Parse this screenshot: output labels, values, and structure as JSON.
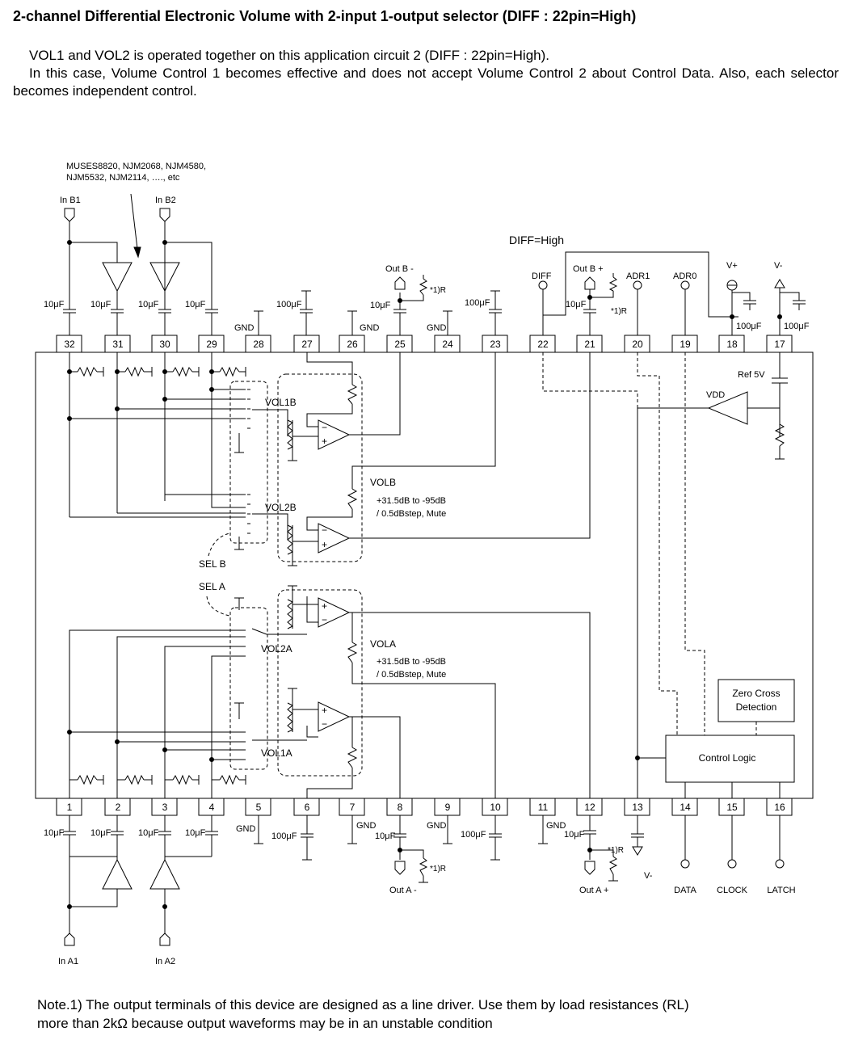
{
  "title": "2-channel Differential Electronic Volume with 2-input 1-output selector (DIFF : 22pin=High)",
  "intro": {
    "line1": "VOL1 and VOL2 is operated together on this application circuit 2 (DIFF : 22pin=High).",
    "line2": "In this case, Volume Control 1 becomes effective and does not accept Volume Control 2 about Control Data. Also, each selector becomes independent control."
  },
  "diagram": {
    "opamp_note_line1": "MUSES8820, NJM2068, NJM4580,",
    "opamp_note_line2": "NJM5532, NJM2114, …., etc",
    "diff_high": "DIFF=High",
    "inputs": {
      "in_b1": "In B1",
      "in_b2": "In B2",
      "in_a1": "In A1",
      "in_a2": "In A2"
    },
    "top_pins": [
      "32",
      "31",
      "30",
      "29",
      "28",
      "27",
      "26",
      "25",
      "24",
      "23",
      "22",
      "21",
      "20",
      "19",
      "18",
      "17"
    ],
    "bottom_pins": [
      "1",
      "2",
      "3",
      "4",
      "5",
      "6",
      "7",
      "8",
      "9",
      "10",
      "11",
      "12",
      "13",
      "14",
      "15",
      "16"
    ],
    "labels": {
      "gnd": "GND",
      "cap10": "10μF",
      "cap100": "100μF",
      "out_b_minus": "Out B -",
      "out_b_plus": "Out B +",
      "out_a_minus": "Out A -",
      "out_a_plus": "Out A +",
      "diff": "DIFF",
      "adr1": "ADR1",
      "adr0": "ADR0",
      "vplus": "V+",
      "vminus": "V-",
      "ref5v": "Ref 5V",
      "vdd": "VDD",
      "rl": "*1)R",
      "vol1b": "VOL1B",
      "vol2b": "VOL2B",
      "vol2a": "VOL2A",
      "vol1a": "VOL1A",
      "volb": "VOLB",
      "vola": "VOLA",
      "range": "+31.5dB to -95dB",
      "step": "/ 0.5dBstep, Mute",
      "selb": "SEL B",
      "sela": "SEL A",
      "zero_cross_1": "Zero Cross",
      "zero_cross_2": "Detection",
      "control_logic": "Control Logic",
      "data": "DATA",
      "clock": "CLOCK",
      "latch": "LATCH"
    }
  },
  "note": {
    "line1": "Note.1) The output terminals of this device are designed as a line driver. Use them by load resistances (RL)",
    "line2": "more than 2kΩ because output waveforms may be in an unstable condition"
  }
}
